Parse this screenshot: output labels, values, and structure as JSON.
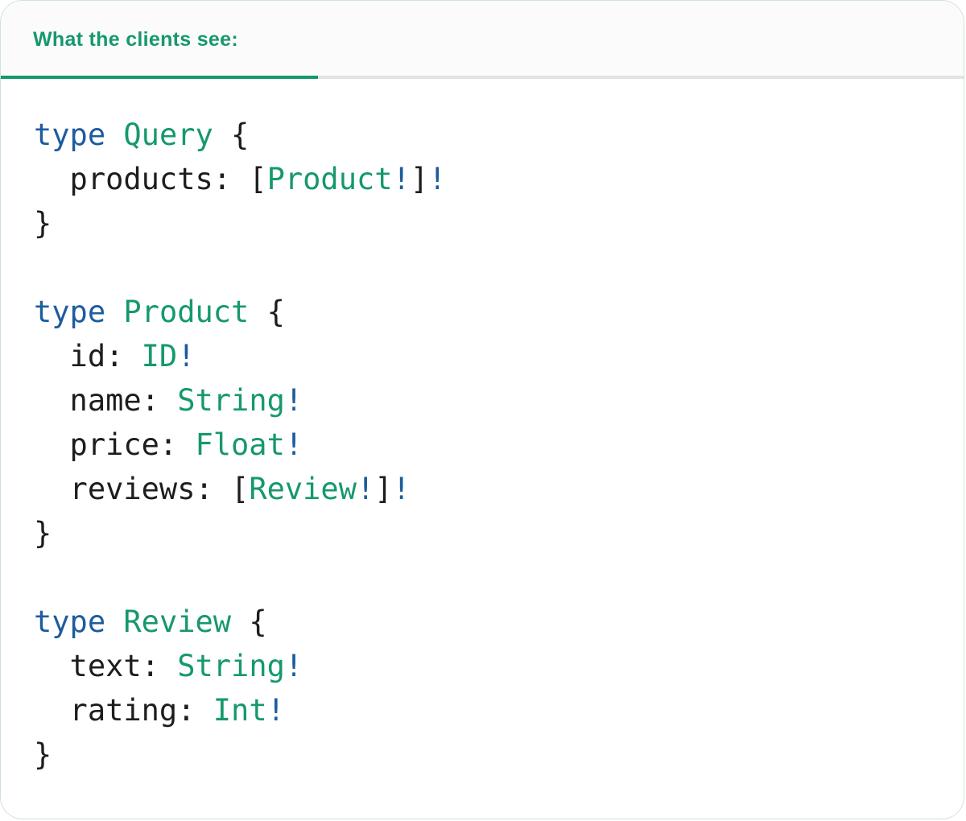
{
  "header": {
    "title": "What the clients see:"
  },
  "code": {
    "language": "graphql-sdl",
    "lines": [
      {
        "tokens": [
          {
            "text": "type",
            "style": "keyword"
          },
          {
            "text": " ",
            "style": "plain"
          },
          {
            "text": "Query",
            "style": "type"
          },
          {
            "text": " {",
            "style": "plain"
          }
        ]
      },
      {
        "tokens": [
          {
            "text": "  products: [",
            "style": "plain"
          },
          {
            "text": "Product",
            "style": "type"
          },
          {
            "text": "!",
            "style": "bang"
          },
          {
            "text": "]",
            "style": "plain"
          },
          {
            "text": "!",
            "style": "bang"
          }
        ]
      },
      {
        "tokens": [
          {
            "text": "}",
            "style": "plain"
          }
        ]
      },
      {
        "tokens": []
      },
      {
        "tokens": [
          {
            "text": "type",
            "style": "keyword"
          },
          {
            "text": " ",
            "style": "plain"
          },
          {
            "text": "Product",
            "style": "type"
          },
          {
            "text": " {",
            "style": "plain"
          }
        ]
      },
      {
        "tokens": [
          {
            "text": "  id: ",
            "style": "plain"
          },
          {
            "text": "ID",
            "style": "type"
          },
          {
            "text": "!",
            "style": "bang"
          }
        ]
      },
      {
        "tokens": [
          {
            "text": "  name: ",
            "style": "plain"
          },
          {
            "text": "String",
            "style": "type"
          },
          {
            "text": "!",
            "style": "bang"
          }
        ]
      },
      {
        "tokens": [
          {
            "text": "  price: ",
            "style": "plain"
          },
          {
            "text": "Float",
            "style": "type"
          },
          {
            "text": "!",
            "style": "bang"
          }
        ]
      },
      {
        "tokens": [
          {
            "text": "  reviews: [",
            "style": "plain"
          },
          {
            "text": "Review",
            "style": "type"
          },
          {
            "text": "!",
            "style": "bang"
          },
          {
            "text": "]",
            "style": "plain"
          },
          {
            "text": "!",
            "style": "bang"
          }
        ]
      },
      {
        "tokens": [
          {
            "text": "}",
            "style": "plain"
          }
        ]
      },
      {
        "tokens": []
      },
      {
        "tokens": [
          {
            "text": "type",
            "style": "keyword"
          },
          {
            "text": " ",
            "style": "plain"
          },
          {
            "text": "Review",
            "style": "type"
          },
          {
            "text": " {",
            "style": "plain"
          }
        ]
      },
      {
        "tokens": [
          {
            "text": "  text: ",
            "style": "plain"
          },
          {
            "text": "String",
            "style": "type"
          },
          {
            "text": "!",
            "style": "bang"
          }
        ]
      },
      {
        "tokens": [
          {
            "text": "  rating: ",
            "style": "plain"
          },
          {
            "text": "Int",
            "style": "type"
          },
          {
            "text": "!",
            "style": "bang"
          }
        ]
      },
      {
        "tokens": [
          {
            "text": "}",
            "style": "plain"
          }
        ]
      }
    ]
  },
  "colors": {
    "accent_teal": "#16986F",
    "keyword_blue": "#1D5C9E",
    "code_text": "#1D1D1D",
    "underline_inactive": "#E3E3E3",
    "header_bg": "#FBFBFB",
    "card_bg": "#FFFFFF",
    "card_border": "#CFE3D5"
  }
}
